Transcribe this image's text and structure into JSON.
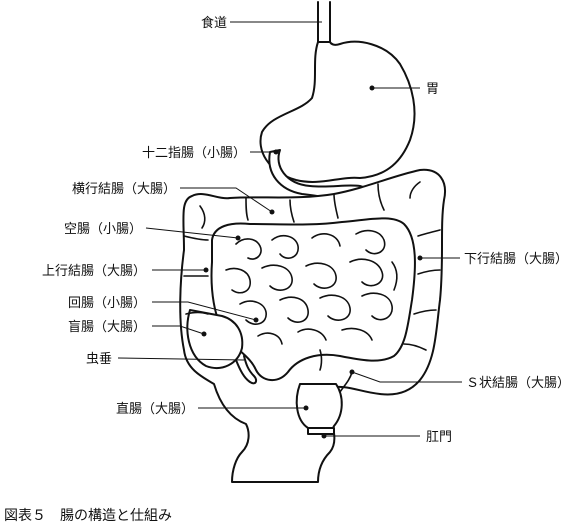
{
  "diagram": {
    "labels": {
      "esophagus": "食道",
      "stomach": "胃",
      "duodenum": "十二指腸（小腸）",
      "transverse_colon": "横行結腸（大腸）",
      "jejunum": "空腸（小腸）",
      "ascending_colon": "上行結腸（大腸）",
      "ileum": "回腸（小腸）",
      "cecum": "盲腸（大腸）",
      "appendix": "虫垂",
      "rectum": "直腸（大腸）",
      "descending_colon": "下行結腸（大腸）",
      "sigmoid_colon": "Ｓ状結腸（大腸）",
      "anus": "肛門"
    },
    "caption": "図表５　腸の構造と仕組み"
  }
}
